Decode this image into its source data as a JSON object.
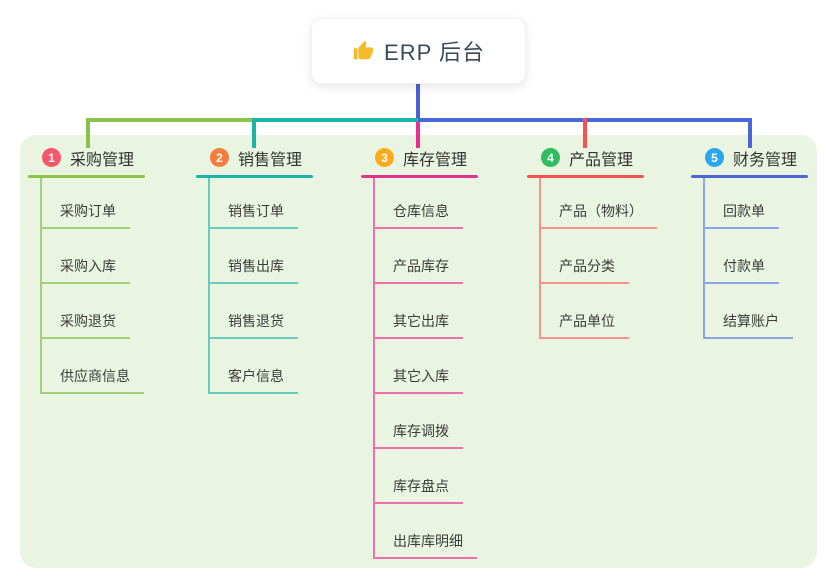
{
  "root": {
    "title": "ERP 后台",
    "icon": "thumbs-up-icon",
    "icon_color": "#f7b928"
  },
  "canvas": {
    "background": "#ffffff",
    "panel_bg": "#e9f5e1",
    "root_line_color": "#4a5fd6",
    "header_text_color": "#333333",
    "child_text_color": "#3c3c3c"
  },
  "branches": [
    {
      "index": "1",
      "title": "采购管理",
      "badge_color": "#f5576c",
      "line_color": "#8bc34a",
      "sub_color": "#a3cf77",
      "children": [
        "采购订单",
        "采购入库",
        "采购退货",
        "供应商信息"
      ]
    },
    {
      "index": "2",
      "title": "销售管理",
      "badge_color": "#f57d3d",
      "line_color": "#19b5a5",
      "sub_color": "#66cabe",
      "children": [
        "销售订单",
        "销售出库",
        "销售退货",
        "客户信息"
      ]
    },
    {
      "index": "3",
      "title": "库存管理",
      "badge_color": "#fbab1b",
      "line_color": "#e5318f",
      "sub_color": "#ef6fae",
      "children": [
        "仓库信息",
        "产品库存",
        "其它出库",
        "其它入库",
        "库存调拨",
        "库存盘点",
        "出库库明细"
      ]
    },
    {
      "index": "4",
      "title": "产品管理",
      "badge_color": "#2fbd61",
      "line_color": "#f75355",
      "sub_color": "#f8908c",
      "children": [
        "产品（物料）",
        "产品分类",
        "产品单位"
      ]
    },
    {
      "index": "5",
      "title": "财务管理",
      "badge_color": "#2ba6ea",
      "line_color": "#4a67d8",
      "sub_color": "#8da5e6",
      "children": [
        "回款单",
        "付款单",
        "结算账户"
      ]
    }
  ]
}
